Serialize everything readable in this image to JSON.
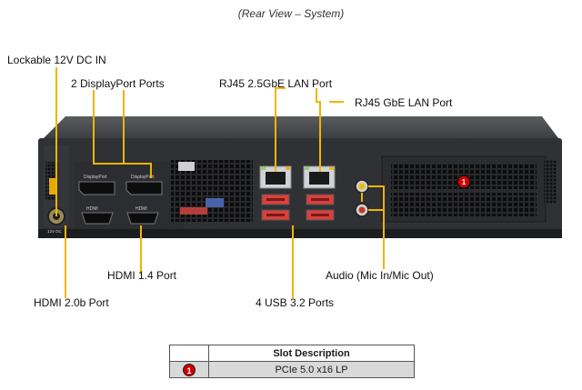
{
  "caption": "(Rear View – System)",
  "labels": {
    "dc_in": "Lockable 12V DC IN",
    "displayport": "2 DisplayPort Ports",
    "rj45_25": "RJ45 2.5GbE LAN Port",
    "rj45_gbe": "RJ45 GbE LAN Port",
    "hdmi14": "HDMI 1.4 Port",
    "hdmi20": "HDMI 2.0b Port",
    "usb": "4 USB 3.2 Ports",
    "audio": "Audio (Mic In/Mic Out)"
  },
  "device": {
    "port_dp_1": "DisplayPort",
    "port_dp_2": "DisplayPort",
    "port_hdmi_1": "HDMI",
    "port_hdmi_2": "HDMI",
    "dc_label": "12V DC"
  },
  "slot_badge": "1",
  "table": {
    "header": "Slot Description",
    "rows": [
      {
        "num": "1",
        "desc": "PCIe 5.0 x16 LP"
      }
    ]
  },
  "colors": {
    "leader": "#f2b400",
    "chassis": "#2f3135",
    "chassis_dark": "#1c1d20",
    "usb_red": "#d9413c",
    "badge_red": "#d00000"
  }
}
